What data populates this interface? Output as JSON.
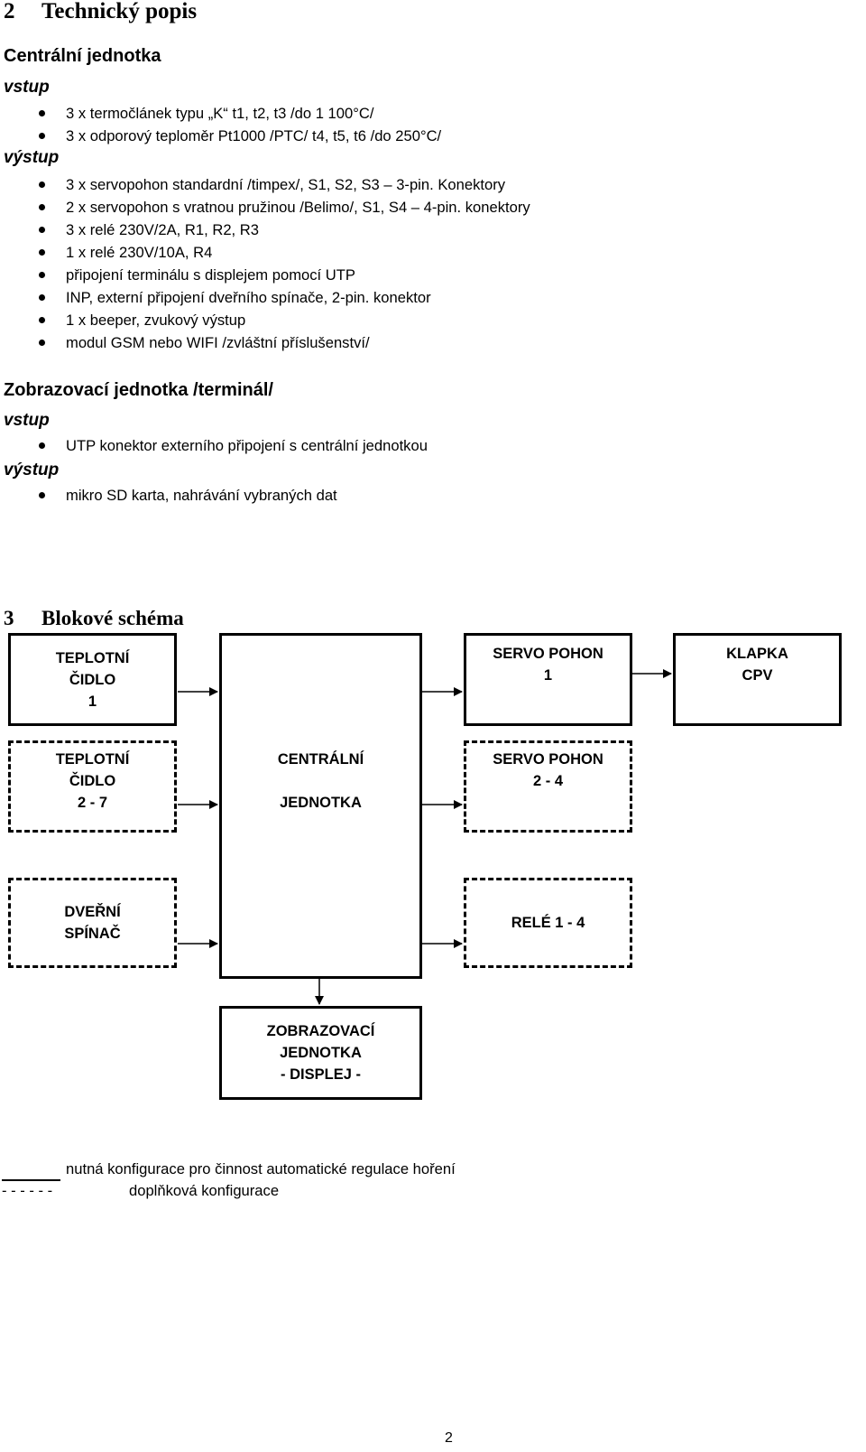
{
  "section2": {
    "number": "2",
    "title": "Technický popis"
  },
  "central_unit": {
    "heading": "Centrální jednotka",
    "input_label": "vstup",
    "inputs": [
      "3 x termočlánek typu „K“ t1, t2, t3 /do 1 100°C/",
      "3 x odporový teploměr Pt1000 /PTC/   t4, t5, t6 /do 250°C/"
    ],
    "output_label": "výstup",
    "outputs": [
      "3 x servopohon standardní /timpex/, S1, S2, S3 – 3-pin. Konektory",
      "2 x servopohon s vratnou pružinou /Belimo/, S1, S4 – 4-pin. konektory",
      "3 x relé 230V/2A, R1, R2, R3",
      "1 x relé 230V/10A, R4",
      "připojení terminálu s displejem pomocí UTP",
      "INP, externí připojení dveřního spínače, 2-pin. konektor",
      "1 x beeper, zvukový výstup",
      "modul GSM nebo WIFI /zvláštní příslušenství/"
    ]
  },
  "display_unit": {
    "heading": "Zobrazovací jednotka /terminál/",
    "input_label": "vstup",
    "inputs": [
      "UTP konektor externího připojení s centrální jednotkou"
    ],
    "output_label": "výstup",
    "outputs": [
      "mikro SD karta, nahrávání vybraných dat"
    ]
  },
  "section3": {
    "number": "3",
    "title": "Blokové schéma"
  },
  "diagram": {
    "temp_sensor_1": [
      "TEPLOTNÍ",
      "ČIDLO",
      "1"
    ],
    "temp_sensor_2_7": [
      "TEPLOTNÍ",
      "ČIDLO",
      "2  -  7"
    ],
    "door_switch": [
      "DVEŘNÍ",
      "SPÍNAČ"
    ],
    "central_unit": [
      "CENTRÁLNÍ",
      "JEDNOTKA"
    ],
    "servo_1": [
      "SERVO POHON",
      "1"
    ],
    "flap": [
      "KLAPKA",
      "CPV"
    ],
    "servo_2_4": [
      "SERVO POHON",
      "2  -  4"
    ],
    "relay": [
      "RELÉ  1  -  4"
    ],
    "display": [
      "ZOBRAZOVACÍ",
      "JEDNOTKA",
      "- DISPLEJ -"
    ]
  },
  "legend": {
    "solid_text": "nutná konfigurace pro činnost automatické regulace hoření",
    "dashed_symbol": "- - - - - -",
    "dashed_text": "doplňková konfigurace"
  },
  "page_number": "2"
}
